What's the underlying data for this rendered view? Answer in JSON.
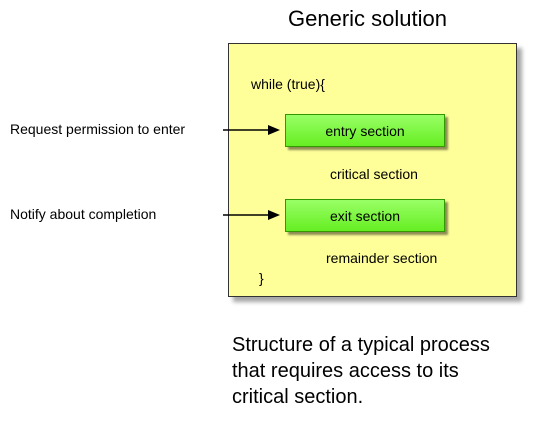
{
  "title": "Generic solution",
  "code": {
    "while_line": "while (true){",
    "entry_section": "entry section",
    "critical_section": "critical section",
    "exit_section": "exit section",
    "remainder_section": "remainder section",
    "closing_brace": "}"
  },
  "labels": {
    "request": "Request permission to enter",
    "notify": "Notify about completion"
  },
  "caption": {
    "line1": "Structure of a typical process",
    "line2": "that requires access to its",
    "line3": "critical section."
  },
  "colors": {
    "box_fill": "#ffff99",
    "section_fill": "#66ee22",
    "arrow": "#000000"
  }
}
